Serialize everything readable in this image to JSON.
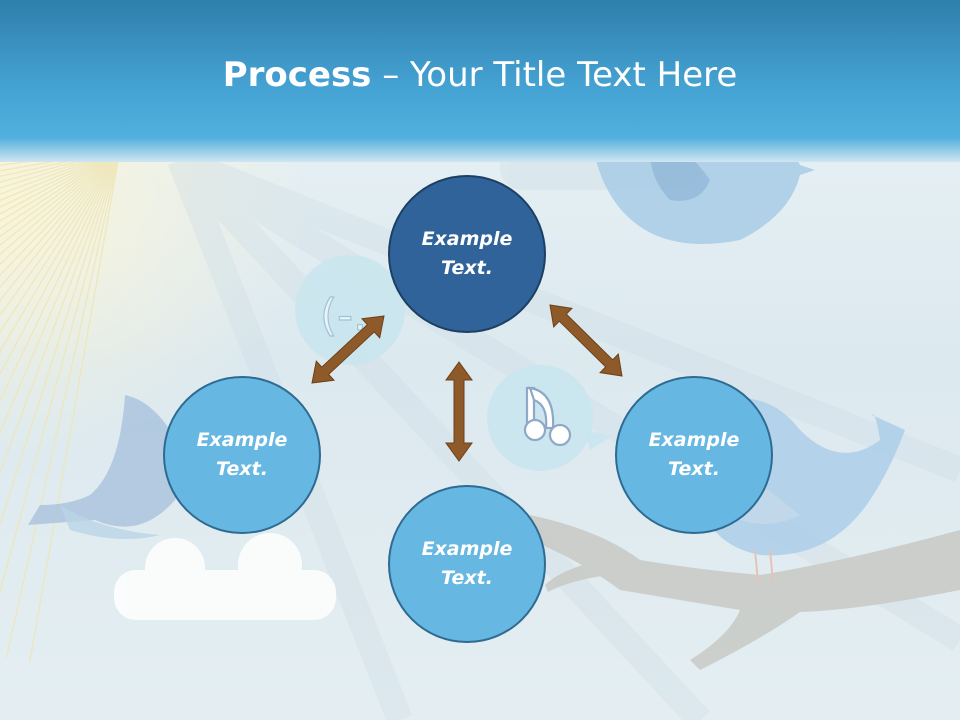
{
  "title": {
    "bold": "Process",
    "rest": " – Your Title Text Here"
  },
  "nodes": [
    {
      "text1": "Example",
      "text2": "Text."
    },
    {
      "text1": "Example",
      "text2": "Text."
    },
    {
      "text1": "Example",
      "text2": "Text."
    },
    {
      "text1": "Example",
      "text2": "Text."
    }
  ],
  "colors": {
    "title_bar": "#4aa8d6",
    "center_node": "#2f6399",
    "side_nodes": "#66b7e1",
    "arrows": "#8f5a2a"
  },
  "decor_icons": [
    "smiley-emoticon-icon",
    "music-note-icon"
  ]
}
